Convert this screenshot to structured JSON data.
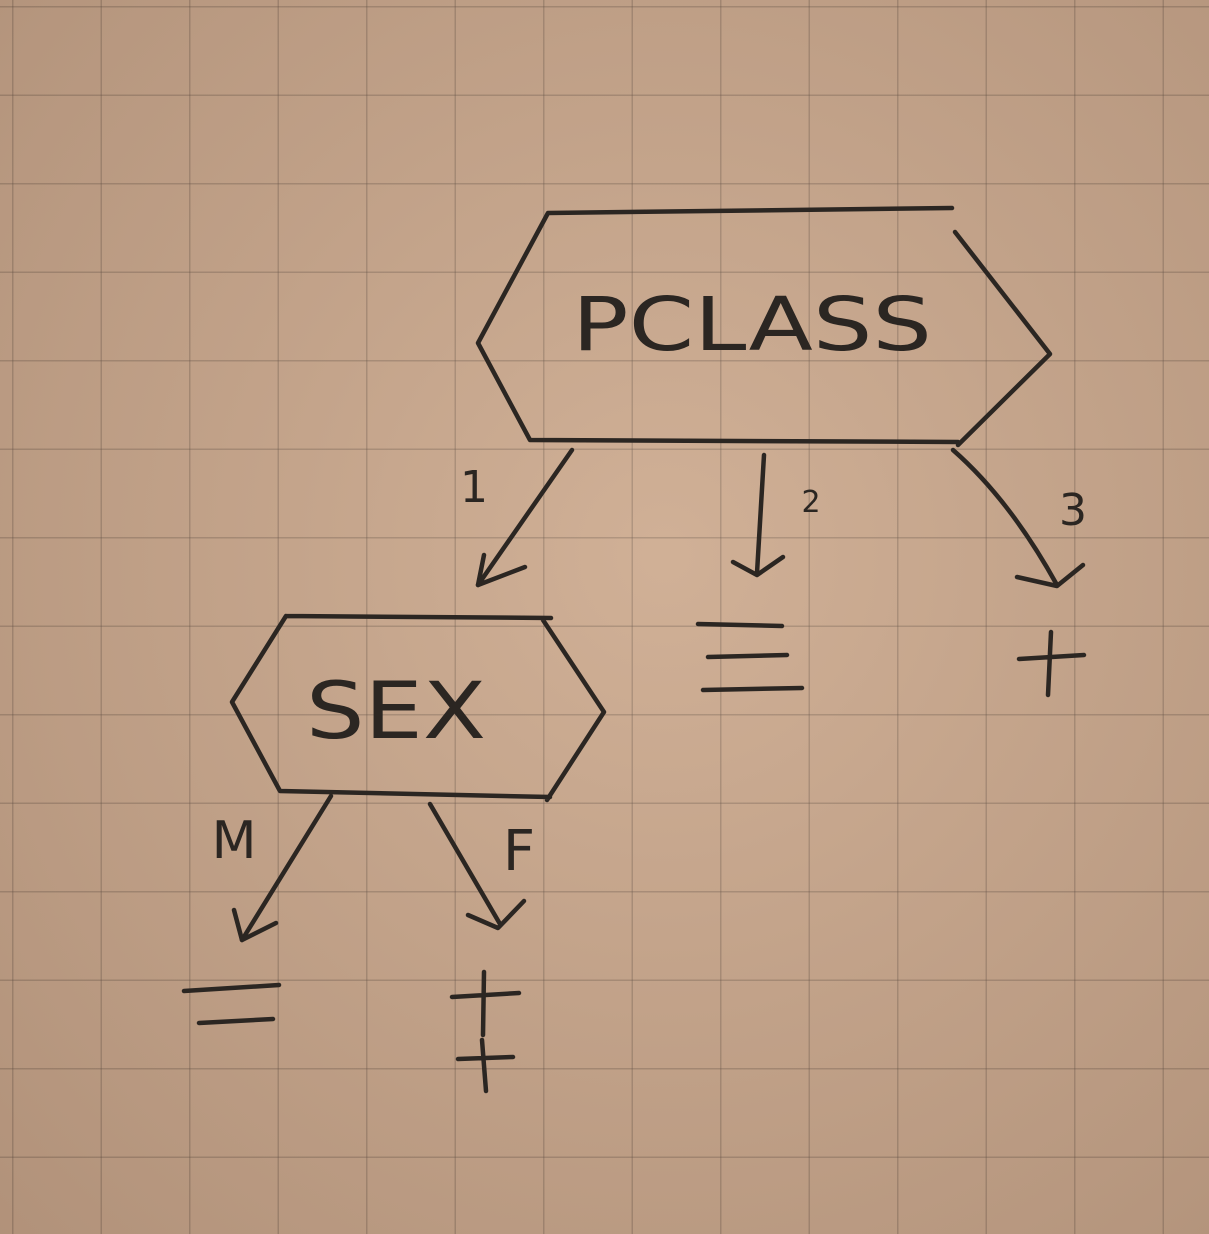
{
  "root_node": {
    "label": "PCLASS"
  },
  "root_branches": [
    {
      "label": "1"
    },
    {
      "label": "2"
    },
    {
      "label": "3"
    }
  ],
  "child_node": {
    "label": "SEX"
  },
  "child_branches": [
    {
      "label": "M"
    },
    {
      "label": "F"
    }
  ],
  "outcomes": {
    "class_2": "=",
    "class_3": "+",
    "male": "=",
    "female": "++"
  }
}
